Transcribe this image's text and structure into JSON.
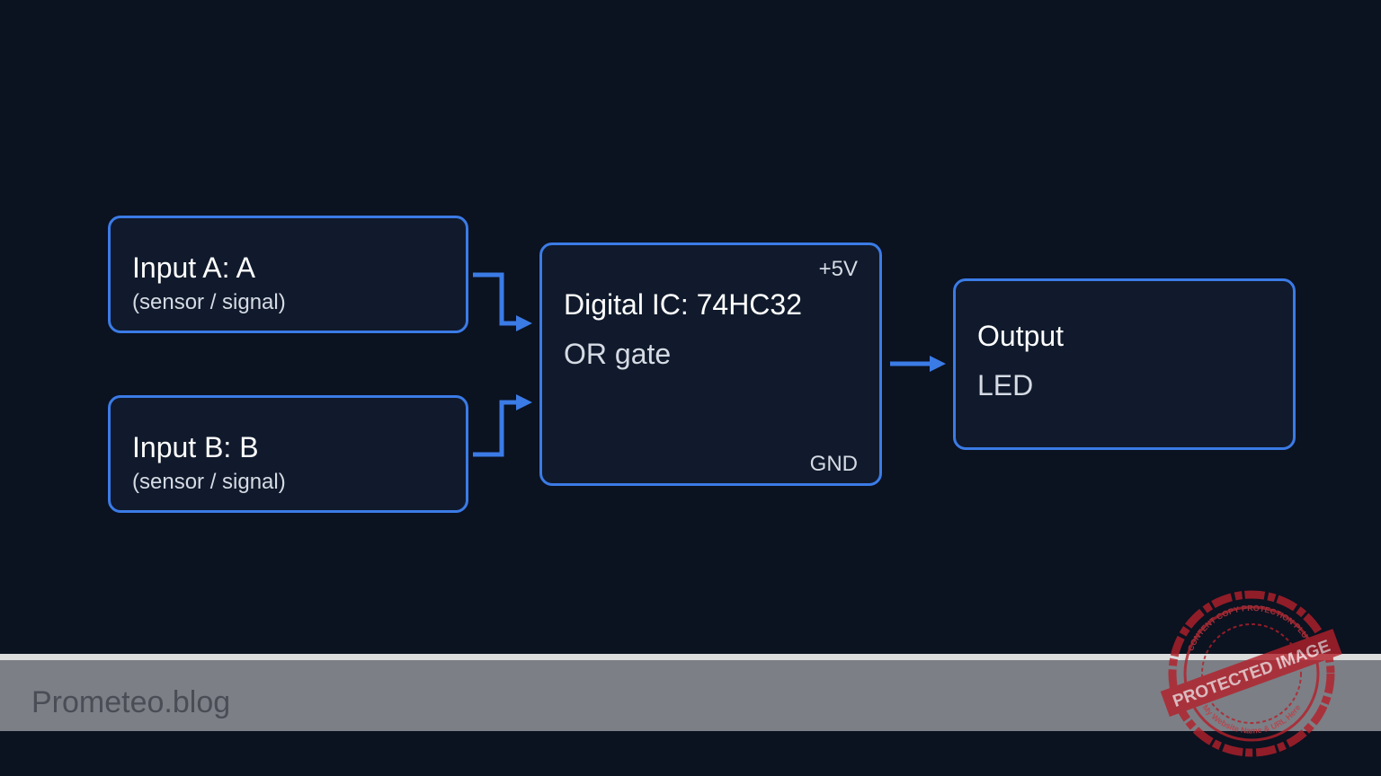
{
  "input_a": {
    "title": "Input A: A",
    "subtitle": "(sensor / signal)"
  },
  "input_b": {
    "title": "Input B: B",
    "subtitle": "(sensor / signal)"
  },
  "ic": {
    "title": "Digital IC: 74HC32",
    "function": "OR gate",
    "power_pin": "+5V",
    "ground_pin": "GND"
  },
  "output": {
    "title": "Output",
    "device": "LED"
  },
  "footer": {
    "site": "Prometeo.blog"
  },
  "watermark": {
    "main": "PROTECTED IMAGE",
    "ring_top": "CONTENT COPY PROTECTION PLUGIN",
    "ring_bottom": "My Website Name & URL Here"
  },
  "colors": {
    "background": "#0b1220",
    "box_fill": "#101a2c",
    "accent_blue": "#3b7be6",
    "footer_bar": "#7c7f86",
    "stamp_red": "#b3202a"
  }
}
